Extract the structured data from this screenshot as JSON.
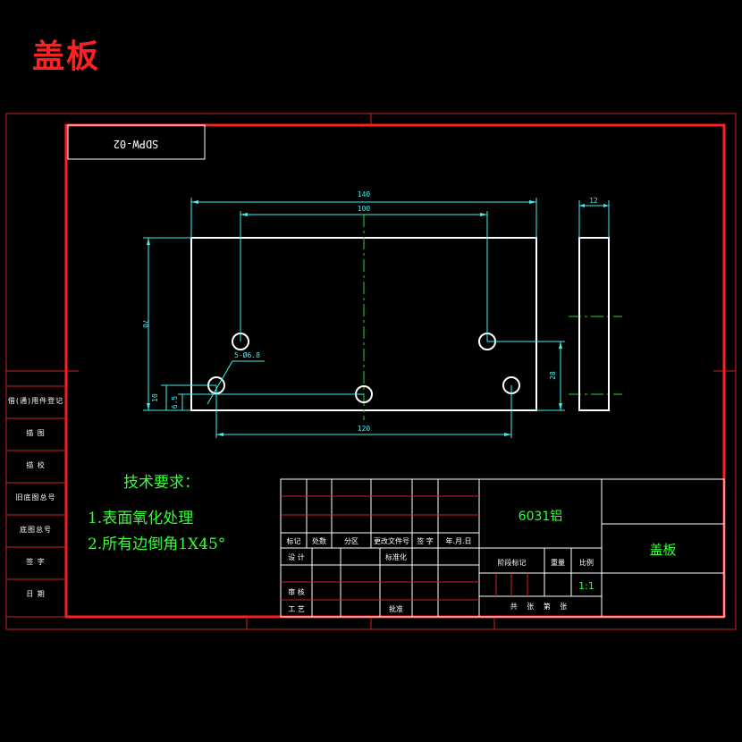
{
  "title": "盖板",
  "drawing_no": "SDPW-02",
  "tech_requirements": {
    "heading": "技术要求：",
    "items": [
      "1.表面氧化处理",
      "2.所有边倒角1X45°"
    ]
  },
  "dimensions": {
    "overall_width": "140",
    "hole_spacing": "100",
    "height": "70",
    "hole_callout": "5-Ø6.8",
    "bottom_hole_spacing": "120",
    "left_offset_a": "10",
    "left_offset_b": "6.5",
    "right_height": "28",
    "thickness": "12"
  },
  "side_labels": [
    "借(通)用件登记",
    "描  图",
    "描  校",
    "旧底图总号",
    "底图总号",
    "签  字",
    "日  期"
  ],
  "title_block": {
    "material": "6031铝",
    "part_name": "盖板",
    "headers": [
      "标记",
      "处数",
      "分区",
      "更改文件号",
      "签  字",
      "年.月.日"
    ],
    "row_design": "设  计",
    "row_standard": "标准化",
    "row_review": "审  核",
    "row_process": "工  艺",
    "row_approve": "批准",
    "stage_mark": "阶段标记",
    "weight": "重量",
    "scale_label": "比例",
    "scale_value": "1:1",
    "sheets": "共  张  第  张"
  },
  "colors": {
    "frame_red": "#ff2020",
    "outline": "#ffffff",
    "dimension": "#3cf0f0",
    "centerline": "#22dd22",
    "text_green": "#33ff33"
  }
}
